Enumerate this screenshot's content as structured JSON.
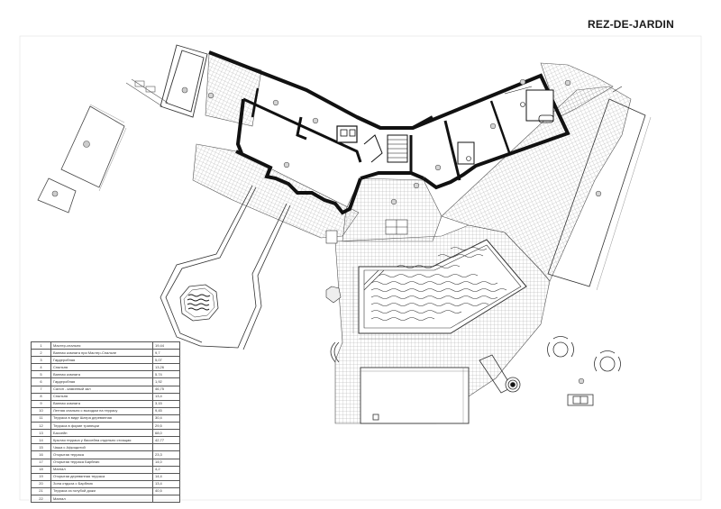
{
  "sheet": {
    "title": "REZ-DE-JARDIN"
  },
  "legend": {
    "rows": [
      {
        "num": "1",
        "name": "Мастер-спальня",
        "area": "19,44"
      },
      {
        "num": "2",
        "name": "Ванная комната при Мастер-Спальне",
        "area": "9,7"
      },
      {
        "num": "3",
        "name": "Гардеробная",
        "area": "5,07"
      },
      {
        "num": "4",
        "name": "Спальня",
        "area": "13,26"
      },
      {
        "num": "5",
        "name": "Ванная комната",
        "area": "5,74"
      },
      {
        "num": "6",
        "name": "Гардеробная",
        "area": "1,92"
      },
      {
        "num": "7",
        "name": "Салон - каминный зал",
        "area": "46,75"
      },
      {
        "num": "8",
        "name": "Спальня",
        "area": "13,4"
      },
      {
        "num": "9",
        "name": "Ванная комната",
        "area": "3,15"
      },
      {
        "num": "10",
        "name": "Летняя спальня с выходом на террасу",
        "area": "9,45"
      },
      {
        "num": "11",
        "name": "Терраса в виде Шатра деревянная",
        "area": "30,4"
      },
      {
        "num": "12",
        "name": "Терраса в форме трапеции",
        "area": "29,5"
      },
      {
        "num": "13",
        "name": "Бассейн",
        "area": "68,0"
      },
      {
        "num": "14",
        "name": "Крытая терраса у бассейна отдельно стоящая",
        "area": "42,77"
      },
      {
        "num": "15",
        "name": "Чаша с Афродитой",
        "area": ""
      },
      {
        "num": "16",
        "name": "Открытая терраса",
        "area": "23,3"
      },
      {
        "num": "17",
        "name": "Открытая терраса Барбекю",
        "area": "14,0"
      },
      {
        "num": "18",
        "name": "Мангал",
        "area": "4,2"
      },
      {
        "num": "19",
        "name": "Открытая деревянная терраса",
        "area": "14,4"
      },
      {
        "num": "20",
        "name": "Зона отдыха с Барбекю",
        "area": "13,4"
      },
      {
        "num": "21",
        "name": "Терраса из голубой дожи",
        "area": "40,5"
      },
      {
        "num": "22",
        "name": "Мангал",
        "area": ""
      }
    ]
  },
  "colors": {
    "wall": "#111111",
    "line": "#444444",
    "tile": "#9a9a9a"
  }
}
